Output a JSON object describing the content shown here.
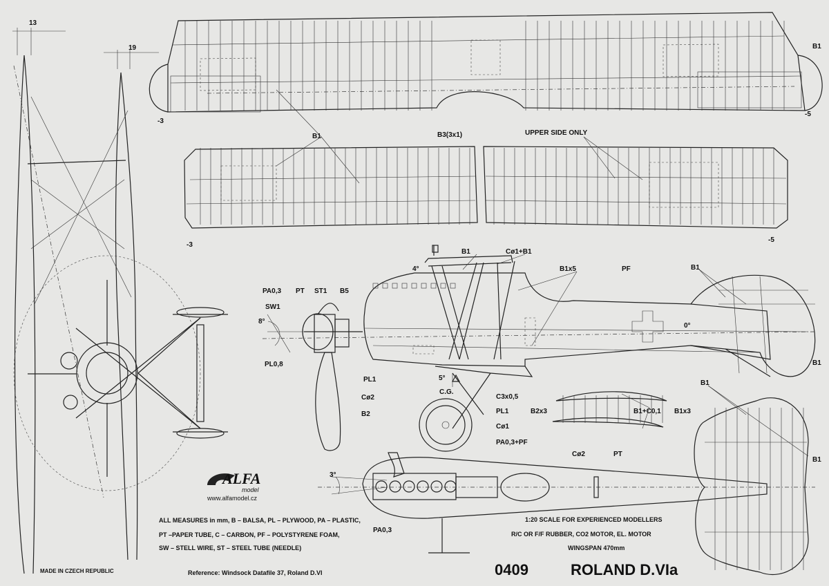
{
  "dims": {
    "top_left": "13",
    "top_right": "19"
  },
  "wing_labels": {
    "b1_top_right": "B1",
    "minus3_a": "-3",
    "minus5_a": "-5",
    "b1_center": "B1",
    "b3": "B3(3x1)",
    "upper_side_only": "UPPER SIDE ONLY",
    "minus3_b": "-3",
    "minus5_b": "-5"
  },
  "side_labels": {
    "b1_a": "B1",
    "c_b1": "Cø1+B1",
    "four_deg": "4°",
    "b1x5": "B1x5",
    "pf": "PF",
    "b1_tail": "B1",
    "pa03": "PA0,3",
    "pt": "PT",
    "st1": "ST1",
    "b5": "B5",
    "sw1": "SW1",
    "eight_deg": "8°",
    "pl08": "PL0,8",
    "pl1_a": "PL1",
    "c2_a": "Cø2",
    "b2": "B2",
    "zero_deg": "0°",
    "b1_tail_r": "B1",
    "five_deg": "5°",
    "cg": "C.G.",
    "c3x05": "C3x0,5",
    "pl1_b": "PL1",
    "c1": "Cø1",
    "pa03pf": "PA0,3+PF",
    "b2x3": "B2x3",
    "b1c01": "B1+C0,1",
    "b1x3": "B1x3"
  },
  "stab_labels": {
    "b1_a": "B1",
    "b1_b": "B1",
    "c2": "Cø2",
    "pt": "PT",
    "three_deg": "3°",
    "pa03": "PA0,3"
  },
  "logo": {
    "brand": "ALFA",
    "sub": "model",
    "url": "www.alfamodel.cz"
  },
  "legend_lines": [
    "ALL MEASURES in mm, B – BALSA, PL – PLYWOOD, PA – PLASTIC,",
    "PT –PAPER TUBE, C – CARBON, PF – POLYSTYRENE FOAM,",
    "SW – STELL WIRE, ST – STEEL TUBE (NEEDLE)"
  ],
  "scale_lines": [
    "1:20 SCALE FOR EXPERIENCED MODELLERS",
    "R/C OR  F/F RUBBER, CO2 MOTOR, EL. MOTOR",
    "WINGSPAN  470mm"
  ],
  "made_in": "MADE IN CZECH REPUBLIC",
  "reference": "Reference: Windsock Datafile 37, Roland D.VI",
  "number": "0409",
  "title": "ROLAND D.VIa"
}
